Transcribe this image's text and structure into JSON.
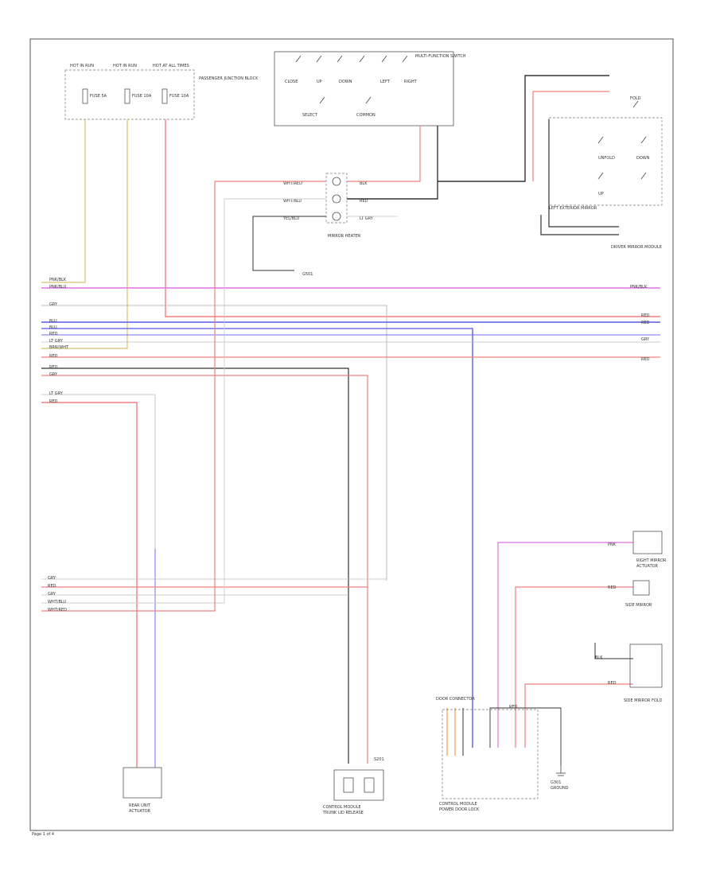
{
  "page_code": "Page 1 of 4",
  "colors": {
    "red": "#f08080",
    "pink": "#e070e0",
    "blue": "#7070ee",
    "yellow": "#d8c070",
    "gray": "#bbbbbb",
    "black": "#333333",
    "orange": "#e8a050",
    "white": "#cccccc",
    "frame": "#555555"
  },
  "components": {
    "fuse_block_label": "PASSENGER JUNCTION BLOCK",
    "fuse_1": "FUSE 5A",
    "fuse_2": "FUSE 10A",
    "fuse_3": "FUSE 10A",
    "hot1": "HOT IN RUN",
    "hot2": "HOT IN RUN",
    "hot3": "HOT AT ALL TIMES",
    "mirror_switch": "MULTI-FUNCTION SWITCH",
    "sw_labels": [
      "CLOSE",
      "UP",
      "DOWN",
      "LEFT",
      "RIGHT"
    ],
    "sw_bottom": [
      "SELECT",
      "COMMON"
    ],
    "left_mirror": "LEFT EXTERIOR MIRROR",
    "left_mirror_sw": [
      "FOLD",
      "UNFOLD",
      "DOWN",
      "UP"
    ],
    "lamp_block": "MIRROR HEATER",
    "driver_mirror": "DRIVER MIRROR MODULE",
    "ground_g": "G501",
    "rear_unit": "REAR UNIT",
    "rear_unit2": "ACTUATOR",
    "cm1": "CONTROL MODULE",
    "cm1_2": "TRUNK LID RELEASE",
    "cm2": "CONTROL MODULE",
    "cm2_2": "POWER DOOR LOCK",
    "right_mirror": "RIGHT MIRROR",
    "right_mirror2": "ACTUATOR",
    "side_mirror": "SIDE MIRROR",
    "side_mirror2": "SIDE MIRROR FOLD",
    "ground_g2": "G301",
    "ground_g2b": "GROUND",
    "door_conn": "DOOR CONNECTOR",
    "splice_label": "S201"
  },
  "wire_labels": {
    "left": [
      "PNK/BLK",
      "PNK/BLU",
      "GRY",
      "BLU",
      "BLU",
      "RED",
      "LT GRY",
      "BRN/WHT",
      "RED",
      "RED",
      "GRY",
      "LT GRY",
      "RED"
    ],
    "right": [
      "PNK/BLK",
      "RED",
      "RED",
      "GRY",
      "RED"
    ],
    "center": [
      "WHT/RED",
      "WHT/BLU",
      "YEL/BLU",
      "BLK",
      "RED",
      "LT GRY"
    ],
    "lower": [
      "GRY",
      "RED",
      "GRY",
      "WHT/BLU",
      "WHT/RED"
    ],
    "right_small": [
      "PNK",
      "RED",
      "RED",
      "BLK",
      "RED"
    ]
  }
}
